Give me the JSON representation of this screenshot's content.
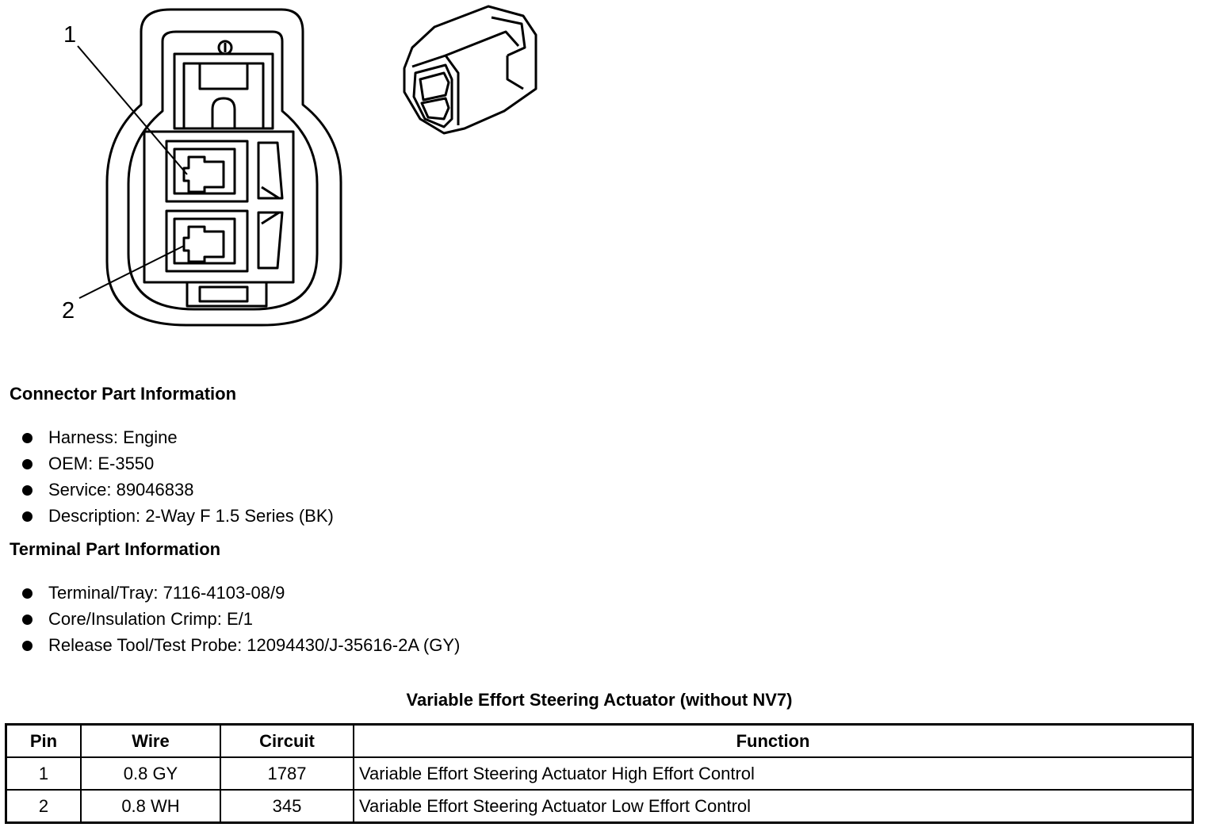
{
  "figure": {
    "callouts": [
      "1",
      "2"
    ]
  },
  "connector_info": {
    "heading": "Connector Part Information",
    "items": [
      "Harness: Engine",
      "OEM: E-3550",
      "Service: 89046838",
      "Description: 2-Way F 1.5 Series (BK)"
    ]
  },
  "terminal_info": {
    "heading": "Terminal Part Information",
    "items": [
      "Terminal/Tray: 7116-4103-08/9",
      "Core/Insulation Crimp: E/1",
      "Release Tool/Test Probe: 12094430/J-35616-2A (GY)"
    ]
  },
  "table": {
    "caption": "Variable Effort Steering Actuator (without NV7)",
    "headers": [
      "Pin",
      "Wire",
      "Circuit",
      "Function"
    ],
    "rows": [
      [
        "1",
        "0.8 GY",
        "1787",
        "Variable Effort Steering Actuator High Effort Control"
      ],
      [
        "2",
        "0.8 WH",
        "345",
        "Variable Effort Steering Actuator Low Effort Control"
      ]
    ]
  }
}
